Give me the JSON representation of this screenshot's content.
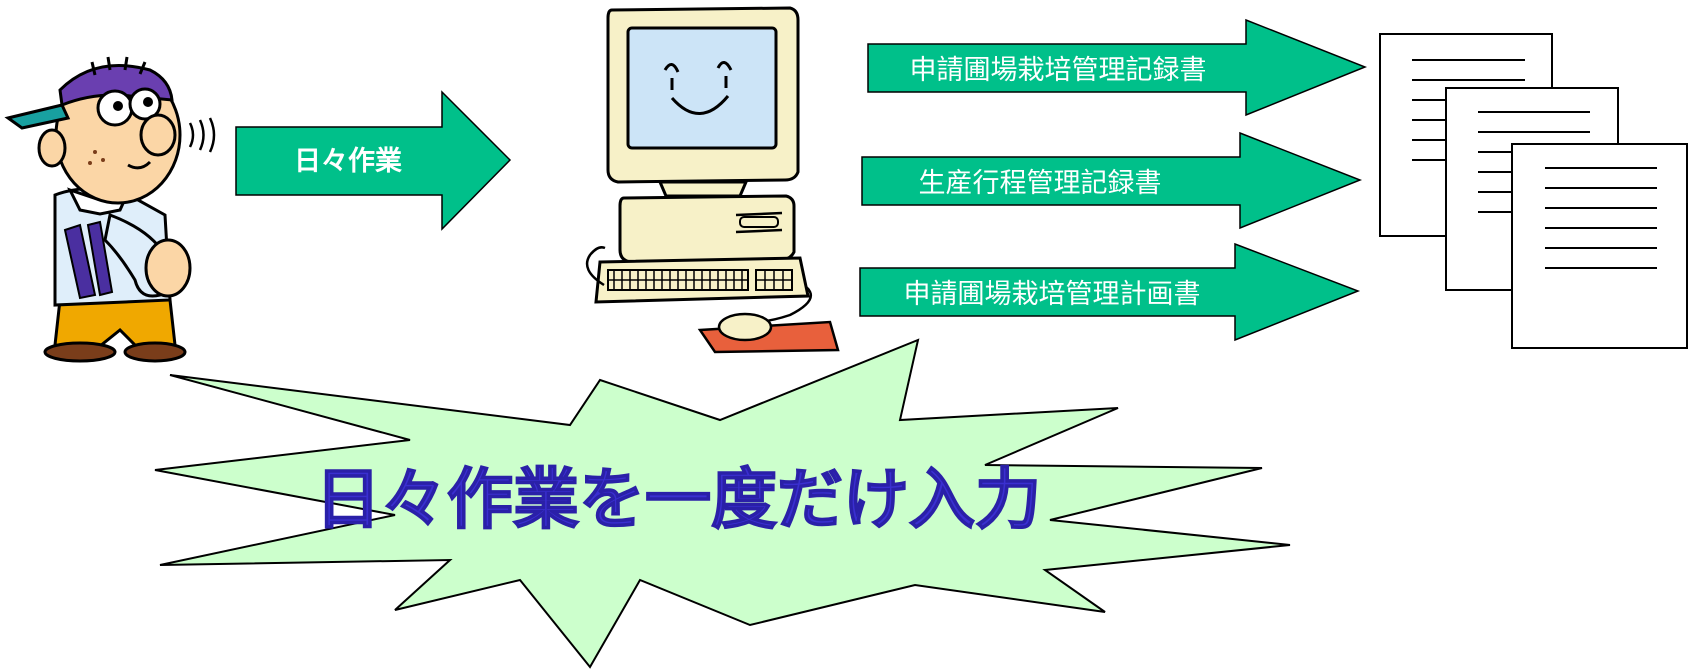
{
  "input_arrow": {
    "label": "日々作業"
  },
  "output_arrows": [
    {
      "label": "申請圃場栽培管理記録書"
    },
    {
      "label": "生産行程管理記録書"
    },
    {
      "label": "申請圃場栽培管理計画書"
    }
  ],
  "burst": {
    "text": "日々作業を一度だけ入力"
  },
  "colors": {
    "arrow_fill": "#00c08a",
    "burst_fill": "#ccffcc",
    "burst_text": "#3a2fd0",
    "monitor_screen": "#cce4f7",
    "computer_body": "#f7f1c8",
    "mousepad": "#e8603c"
  },
  "icons": {
    "person": "thinking-boy-icon",
    "computer": "smiling-computer-icon",
    "documents": "document-stack-icon"
  }
}
